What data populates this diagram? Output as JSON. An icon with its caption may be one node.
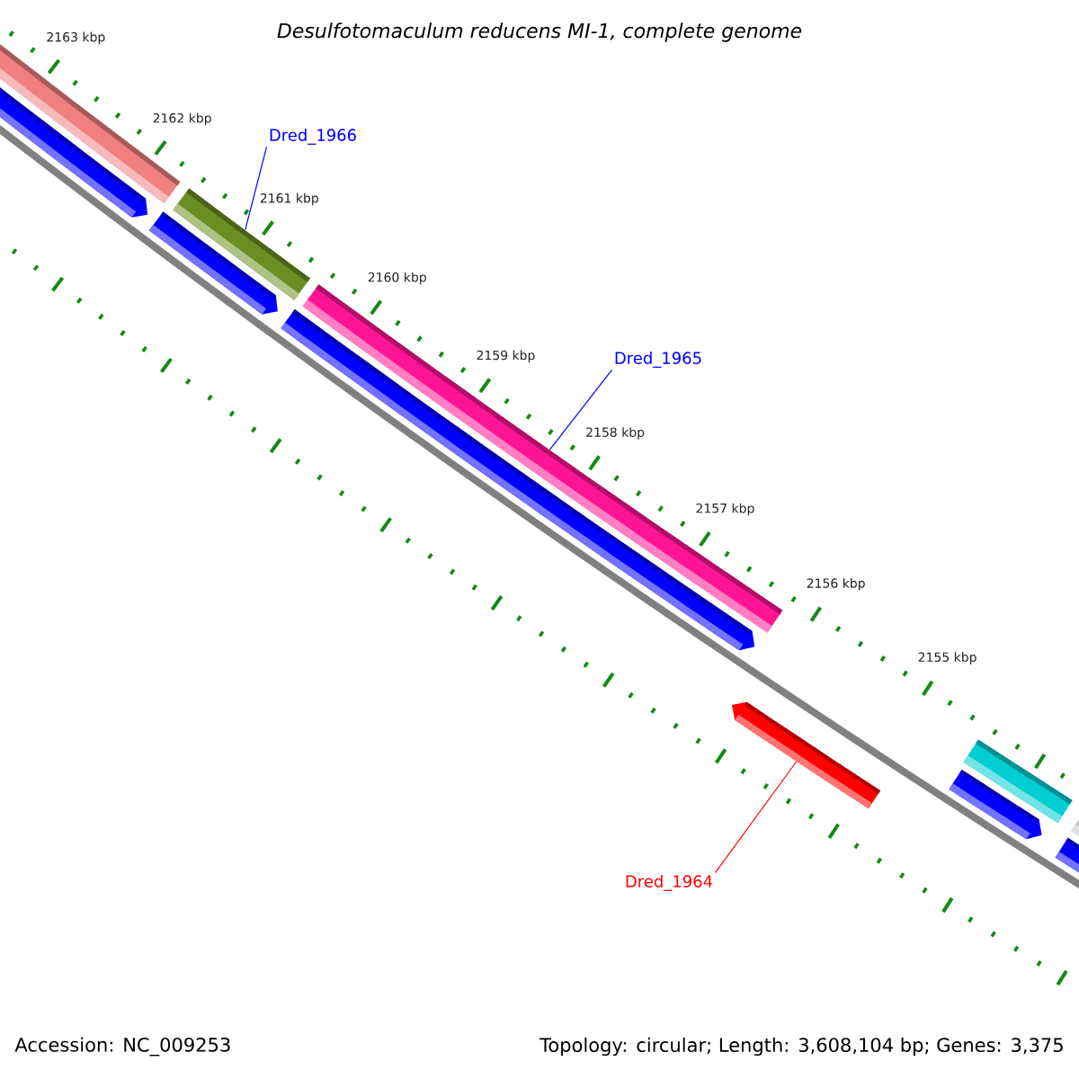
{
  "diagram": {
    "title": "Desulfotomaculum reducens MI-1, complete genome",
    "nodes": [
      {
        "text": [],
        "shape": "bar"
      },
      {
        "text": [],
        "shape": "bar"
      },
      {
        "text": [],
        "shape": "bar"
      },
      {
        "text": [],
        "shape": "bar"
      },
      {
        "text": [],
        "shape": "bar"
      },
      {
        "text": [],
        "shape": "bar"
      },
      {
        "text": [],
        "shape": "bar"
      },
      {
        "text": [],
        "shape": "bar"
      },
      {
        "text": [],
        "shape": "bar"
      },
      {
        "text": [],
        "shape": "bar"
      },
      {
        "text": [],
        "shape": "bar"
      },
      {
        "text": [
          "Dred_1966"
        ]
      },
      {
        "text": [
          "Dred_1965"
        ]
      },
      {
        "text": [
          "Dred_1964"
        ]
      }
    ],
    "edges": [
      {
        "from": 11,
        "to": 3,
        "arrow": "none"
      },
      {
        "from": 12,
        "to": 5,
        "arrow": "none"
      },
      {
        "from": 13,
        "to": 6,
        "arrow": "none",
        "color": "#ff0000"
      }
    ],
    "labels": [
      "2163 kbp",
      "2162 kbp",
      "2161 kbp",
      "2160 kbp",
      "2159 kbp",
      "2158 kbp",
      "2157 kbp",
      "2156 kbp",
      "2155 kbp",
      "Accession: NC_009253",
      "Topology: circular; Length: 3,608,104 bp; Genes: 3,375"
    ]
  }
}
